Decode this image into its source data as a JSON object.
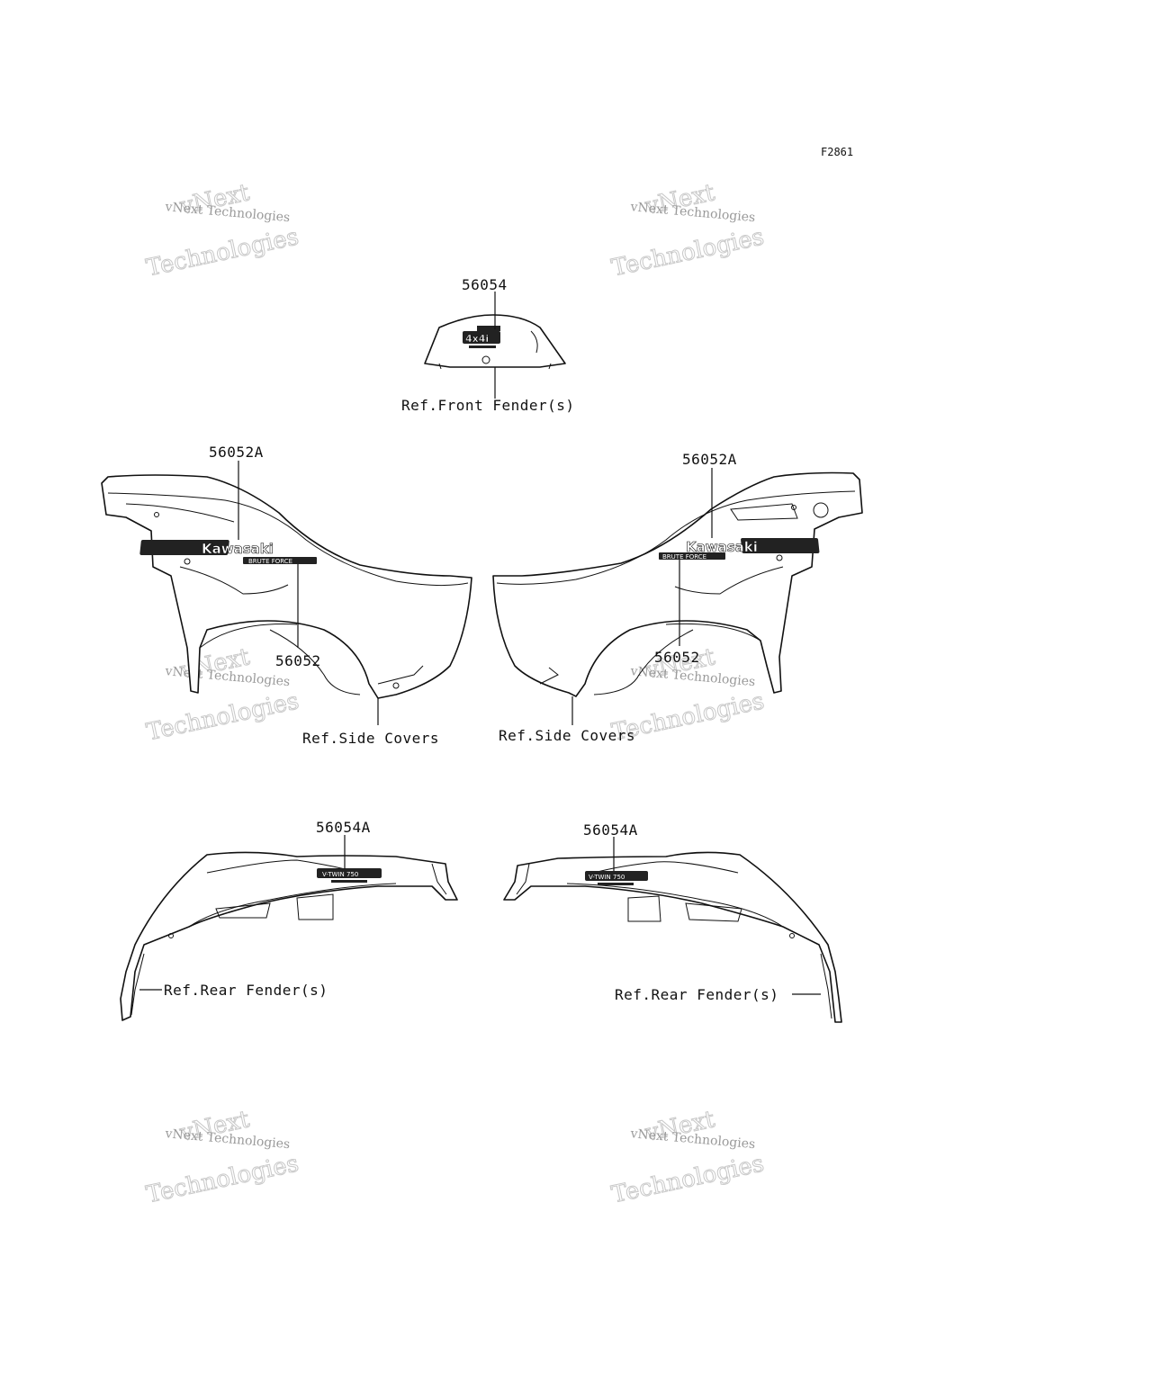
{
  "figure_code": "F2861",
  "watermark": {
    "line1": "vNext Technologies",
    "line2": "vNext",
    "line3": "Technologies"
  },
  "callouts": {
    "front_decal": "56054",
    "left_side_upper": "56052A",
    "left_side_lower": "56052",
    "right_side_upper": "56052A",
    "right_side_lower": "56052",
    "rear_left": "56054A",
    "rear_right": "56054A"
  },
  "references": {
    "front_fender": "Ref.Front Fender(s)",
    "side_covers_left": "Ref.Side Covers",
    "side_covers_right": "Ref.Side Covers",
    "rear_fender_left": "Ref.Rear Fender(s)",
    "rear_fender_right": "Ref.Rear Fender(s)"
  },
  "decals": {
    "brand": "Kawasaki",
    "model": "BRUTE FORCE",
    "badge": "4x4i",
    "rear_model": "V-TWIN 750"
  }
}
